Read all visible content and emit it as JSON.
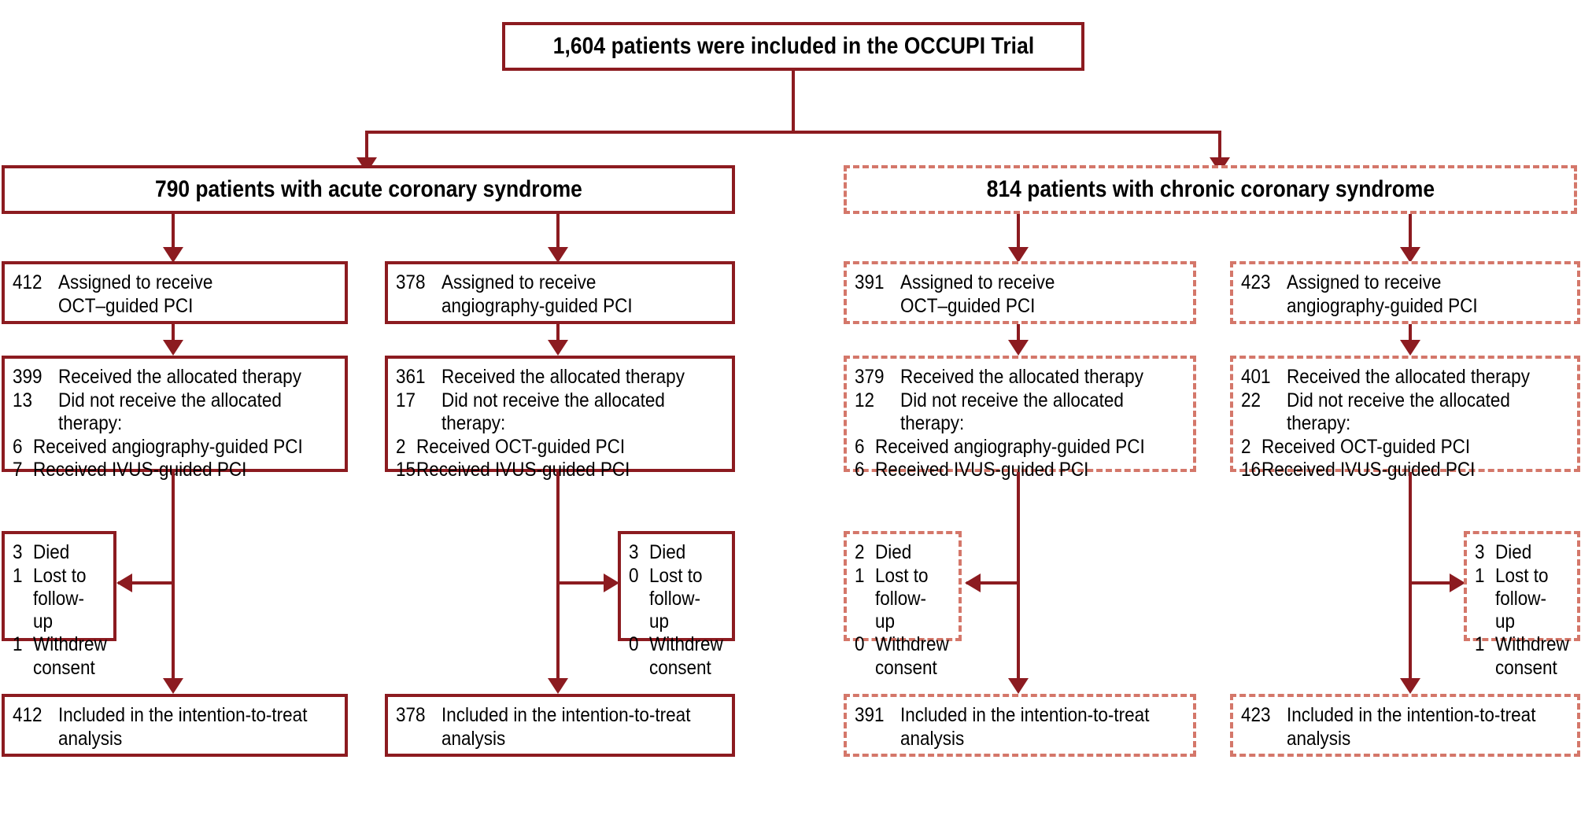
{
  "figure": {
    "type": "consort-flow-diagram",
    "title": "1,604 patients were included in the OCCUPI Trial",
    "total_patients": "1,604",
    "colors": {
      "solid_border": "#8c1b20",
      "dashed_border": "#d4776a",
      "background": "#ffffff",
      "text": "#000000"
    }
  },
  "branches": [
    {
      "id": "acute",
      "header": "790 patients with acute coronary syndrome",
      "count": "790",
      "style": "solid"
    },
    {
      "id": "chronic",
      "header": "814 patients with chronic coronary syndrome",
      "count": "814",
      "style": "dashed"
    }
  ],
  "arms": [
    {
      "id": "acute-oct",
      "style": "solid",
      "assigned": {
        "n": "412",
        "text_line1": "Assigned to receive",
        "text_line2": "OCT–guided PCI"
      },
      "therapy": {
        "received_n": "399",
        "received_text": "Received the allocated therapy",
        "not_received_n": "13",
        "not_received_line1": "Did not receive the allocated",
        "not_received_line2": "therapy:",
        "reasons": [
          {
            "n": "6",
            "text": "Received angiography-guided PCI"
          },
          {
            "n": "7",
            "text": "Received IVUS-guided PCI"
          }
        ]
      },
      "attrition": {
        "side": "left",
        "items": [
          {
            "n": "3",
            "label": "Died",
            "cont": ""
          },
          {
            "n": "1",
            "label": "Lost to",
            "cont": "follow-up"
          },
          {
            "n": "1",
            "label": "Withdrew",
            "cont": "consent"
          }
        ]
      },
      "itt": {
        "n": "412",
        "line1": "Included in the intention-to-treat",
        "line2": "analysis"
      }
    },
    {
      "id": "acute-angio",
      "style": "solid",
      "assigned": {
        "n": "378",
        "text_line1": "Assigned to receive",
        "text_line2": "angiography-guided PCI"
      },
      "therapy": {
        "received_n": "361",
        "received_text": "Received the allocated therapy",
        "not_received_n": "17",
        "not_received_line1": "Did not receive the allocated",
        "not_received_line2": "therapy:",
        "reasons": [
          {
            "n": "2",
            "text": "Received OCT-guided PCI"
          },
          {
            "n": "15",
            "text": "Received IVUS-guided PCI"
          }
        ]
      },
      "attrition": {
        "side": "right",
        "items": [
          {
            "n": "3",
            "label": "Died",
            "cont": ""
          },
          {
            "n": "0",
            "label": "Lost to",
            "cont": "follow-up"
          },
          {
            "n": "0",
            "label": "Withdrew",
            "cont": "consent"
          }
        ]
      },
      "itt": {
        "n": "378",
        "line1": "Included in the intention-to-treat",
        "line2": "analysis"
      }
    },
    {
      "id": "chronic-oct",
      "style": "dashed",
      "assigned": {
        "n": "391",
        "text_line1": "Assigned to receive",
        "text_line2": "OCT–guided PCI"
      },
      "therapy": {
        "received_n": "379",
        "received_text": "Received the allocated therapy",
        "not_received_n": "12",
        "not_received_line1": "Did not receive the allocated",
        "not_received_line2": "therapy:",
        "reasons": [
          {
            "n": "6",
            "text": "Received angiography-guided PCI"
          },
          {
            "n": "6",
            "text": "Received IVUS-guided PCI"
          }
        ]
      },
      "attrition": {
        "side": "left",
        "items": [
          {
            "n": "2",
            "label": "Died",
            "cont": ""
          },
          {
            "n": "1",
            "label": "Lost to",
            "cont": "follow-up"
          },
          {
            "n": "0",
            "label": "Withdrew",
            "cont": "consent"
          }
        ]
      },
      "itt": {
        "n": "391",
        "line1": "Included in the intention-to-treat",
        "line2": "analysis"
      }
    },
    {
      "id": "chronic-angio",
      "style": "dashed",
      "assigned": {
        "n": "423",
        "text_line1": "Assigned to receive",
        "text_line2": "angiography-guided PCI"
      },
      "therapy": {
        "received_n": "401",
        "received_text": "Received the allocated therapy",
        "not_received_n": "22",
        "not_received_line1": "Did not receive the allocated",
        "not_received_line2": "therapy:",
        "reasons": [
          {
            "n": "2",
            "text": "Received OCT-guided PCI"
          },
          {
            "n": "16",
            "text": "Received IVUS-guided PCI"
          }
        ]
      },
      "attrition": {
        "side": "right",
        "items": [
          {
            "n": "3",
            "label": "Died",
            "cont": ""
          },
          {
            "n": "1",
            "label": "Lost to",
            "cont": "follow-up"
          },
          {
            "n": "1",
            "label": "Withdrew",
            "cont": "consent"
          }
        ]
      },
      "itt": {
        "n": "423",
        "line1": "Included in the intention-to-treat",
        "line2": "analysis"
      }
    }
  ]
}
